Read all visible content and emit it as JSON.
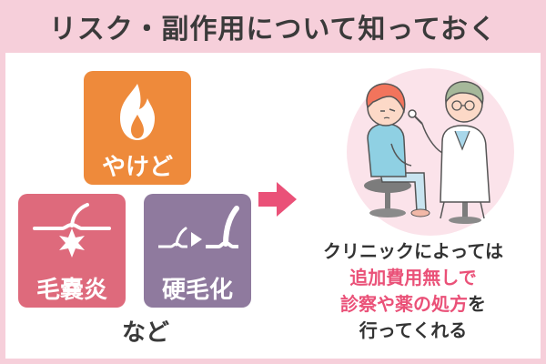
{
  "header": {
    "title": "リスク・副作用について知っておく"
  },
  "risks": [
    {
      "label": "やけど",
      "icon": "flame-icon",
      "color": "#ee8a3b"
    },
    {
      "label": "毛嚢炎",
      "icon": "hair-follicle-burst-icon",
      "color": "#de6a7c"
    },
    {
      "label": "硬毛化",
      "icon": "hair-growth-arrow-icon",
      "color": "#8f7a9e"
    }
  ],
  "etc_label": "など",
  "arrow_icon": "right-arrow-icon",
  "illustration": "doctor-consultation-illustration",
  "info": {
    "line1": "クリニックによっては",
    "line2": "追加費用無しで",
    "line3": "診察や薬の処方を",
    "line3_highlight": "診察や薬の処方",
    "line3_rest": "を",
    "line4": "行ってくれる"
  },
  "colors": {
    "header_bg": "#f6cfda",
    "accent_pink": "#ea5178"
  }
}
